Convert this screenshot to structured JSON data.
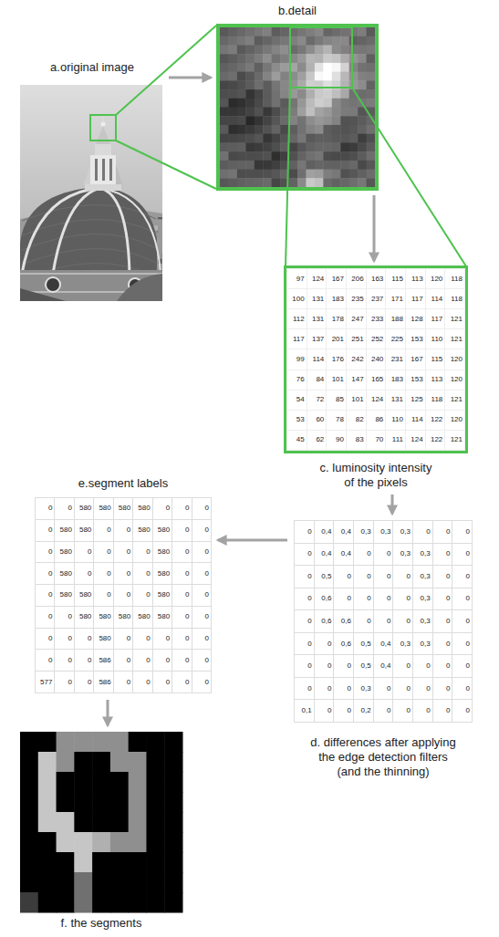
{
  "diagram": {
    "nodes": [
      {
        "text": [
          "a.original image"
        ]
      },
      {
        "text": [
          "b.detail"
        ]
      },
      {
        "text": [
          "c. luminosity intensity of the pixels"
        ]
      },
      {
        "text": [
          "d. differences after applying the edge detection filters (and the thinning)"
        ]
      },
      {
        "text": [
          "e.segment labels"
        ]
      },
      {
        "text": [
          "f. the segments"
        ]
      }
    ],
    "edges": [
      {
        "from": 0,
        "to": 1,
        "arrow": "to"
      },
      {
        "from": 1,
        "to": 2,
        "arrow": "to"
      },
      {
        "from": 2,
        "to": 3,
        "arrow": "to"
      },
      {
        "from": 3,
        "to": 4,
        "arrow": "to"
      },
      {
        "from": 4,
        "to": 5,
        "arrow": "to"
      }
    ],
    "labels": [
      "97",
      "124",
      "167",
      "206",
      "163",
      "115",
      "113",
      "120",
      "118",
      "100",
      "131",
      "183",
      "235",
      "237",
      "171",
      "117",
      "114",
      "118",
      "112",
      "131",
      "178",
      "247",
      "233",
      "188",
      "128",
      "117",
      "121",
      "117",
      "137",
      "201",
      "251",
      "252",
      "225",
      "153",
      "110",
      "121",
      "99",
      "114",
      "176",
      "242",
      "240",
      "231",
      "167",
      "115",
      "120",
      "76",
      "84",
      "101",
      "147",
      "165",
      "183",
      "153",
      "113",
      "120",
      "54",
      "72",
      "85",
      "101",
      "124",
      "131",
      "125",
      "118",
      "121",
      "53",
      "60",
      "78",
      "82",
      "86",
      "110",
      "114",
      "122",
      "120",
      "45",
      "62",
      "90",
      "83",
      "70",
      "111",
      "124",
      "122",
      "121",
      "0",
      "0,4",
      "0,4",
      "0,3",
      "0,3",
      "0,3",
      "0",
      "0",
      "0",
      "0",
      "0,4",
      "0,4",
      "0",
      "0",
      "0,3",
      "0,3",
      "0",
      "0",
      "0",
      "0,5",
      "0",
      "0",
      "0",
      "0",
      "0,3",
      "0",
      "0",
      "0",
      "0,6",
      "0",
      "0",
      "0",
      "0",
      "0,3",
      "0",
      "0",
      "0",
      "0,6",
      "0,6",
      "0",
      "0",
      "0",
      "0,3",
      "0",
      "0",
      "0",
      "0",
      "0,6",
      "0,5",
      "0,4",
      "0,3",
      "0,3",
      "0",
      "0",
      "0",
      "0",
      "0",
      "0,5",
      "0,4",
      "0",
      "0",
      "0",
      "0",
      "0",
      "0",
      "0",
      "0,3",
      "0",
      "0",
      "0",
      "0",
      "0",
      "0,1",
      "0",
      "0",
      "0,2",
      "0",
      "0",
      "0",
      "0",
      "0",
      "0",
      "0",
      "580",
      "580",
      "580",
      "580",
      "0",
      "0",
      "0",
      "0",
      "580",
      "580",
      "0",
      "0",
      "580",
      "580",
      "0",
      "0",
      "0",
      "580",
      "0",
      "0",
      "0",
      "0",
      "580",
      "0",
      "0",
      "0",
      "580",
      "0",
      "0",
      "0",
      "0",
      "580",
      "0",
      "0",
      "0",
      "580",
      "580",
      "0",
      "0",
      "0",
      "580",
      "0",
      "0",
      "0",
      "0",
      "580",
      "580",
      "580",
      "580",
      "580",
      "0",
      "0",
      "0",
      "0",
      "0",
      "580",
      "0",
      "0",
      "0",
      "0",
      "0",
      "0",
      "0",
      "0",
      "586",
      "0",
      "0",
      "0",
      "0",
      "0",
      "577",
      "0",
      "0",
      "586",
      "0",
      "0",
      "0",
      "0",
      "0"
    ]
  }
}
